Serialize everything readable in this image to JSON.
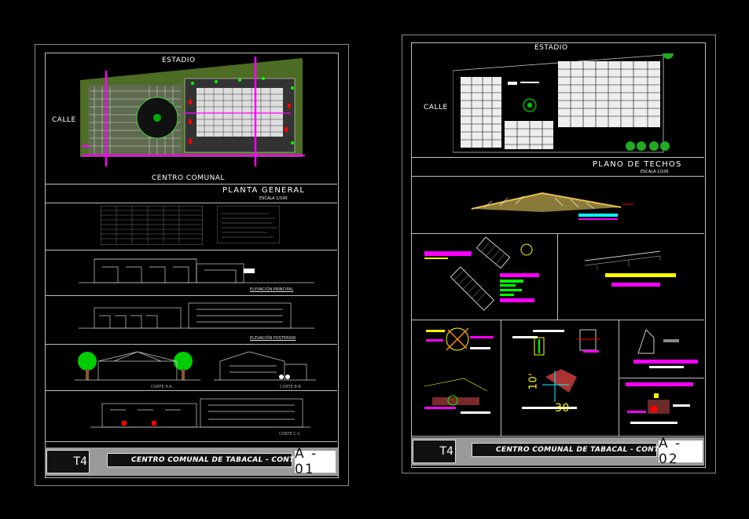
{
  "sheet1": {
    "label_estadio": "ESTADIO",
    "label_calle": "CALLE",
    "label_centro": "CENTRO COMUNAL",
    "plan_title": "PLANTA GENERAL",
    "plan_scale": "ESCALA 1/100",
    "elev1_label": "ELEVACIÓN PRINCIPAL",
    "elev2_label": "ELEVACIÓN POSTERIOR",
    "corte_a": "CORTE A-A",
    "corte_b": "CORTE B-B",
    "corte_c": "CORTE C-C",
    "logo": "T4",
    "project_title": "CENTRO COMUNAL DE TABACAL - CONTUMAZA",
    "sheet_code": "A - 01"
  },
  "sheet2": {
    "label_estadio": "ESTADIO",
    "label_calle": "CALLE",
    "plan_title": "PLANO DE TECHOS",
    "plan_scale": "ESCALA 1/100",
    "dim_1": "10'",
    "dim_2": "30",
    "logo": "T4",
    "project_title": "CENTRO COMUNAL DE TABACAL - CONTUMAZA",
    "sheet_code": "A - 02"
  },
  "colors": {
    "background": "#000000",
    "magenta": "#ff00ff",
    "yellow": "#ffff00",
    "green": "#00ff00",
    "cyan": "#00ffff",
    "red": "#ff0000",
    "lawn": "#6b8e23"
  }
}
